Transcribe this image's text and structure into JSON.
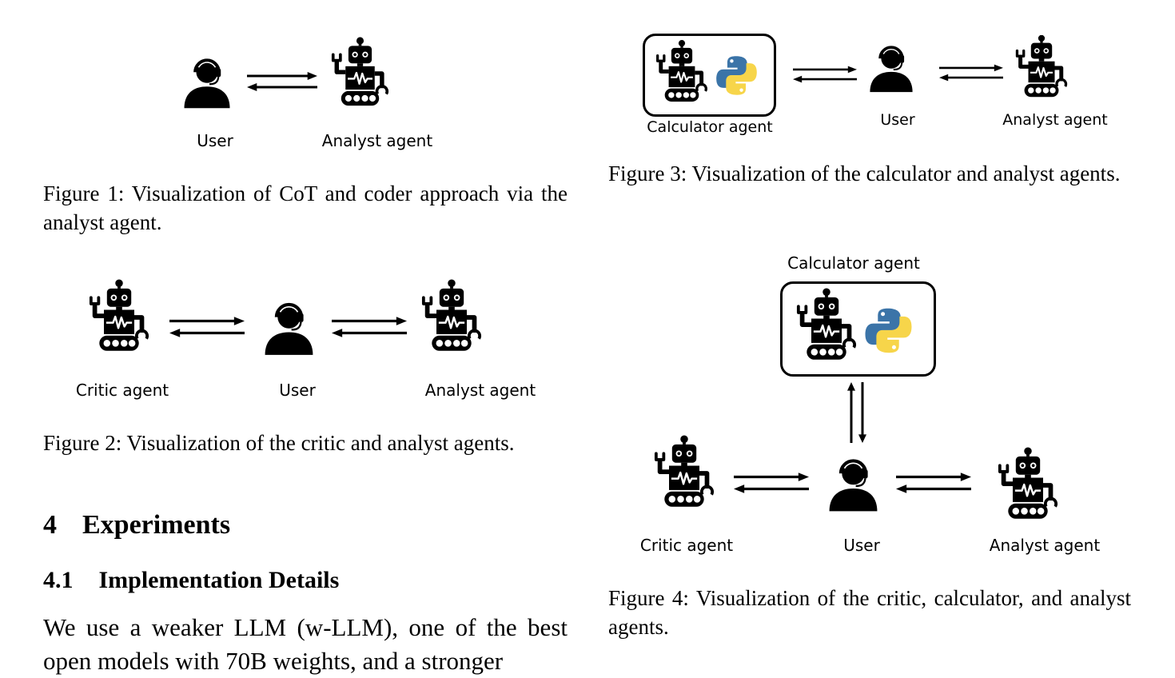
{
  "figure1": {
    "labels": {
      "user": "User",
      "analyst": "Analyst agent"
    },
    "caption": "Figure 1: Visualization of CoT and coder approach via the analyst agent."
  },
  "figure2": {
    "labels": {
      "critic": "Critic agent",
      "user": "User",
      "analyst": "Analyst agent"
    },
    "caption": "Figure 2: Visualization of the critic and analyst agents."
  },
  "figure3": {
    "labels": {
      "calculator": "Calculator agent",
      "user": "User",
      "analyst": "Analyst agent"
    },
    "caption": "Figure 3: Visualization of the calculator and analyst agents."
  },
  "figure4": {
    "labels": {
      "calculator": "Calculator agent",
      "critic": "Critic agent",
      "user": "User",
      "analyst": "Analyst agent"
    },
    "caption": "Figure 4: Visualization of the critic, calculator, and analyst agents."
  },
  "section": {
    "number": "4",
    "title": "Experiments"
  },
  "subsection": {
    "number": "4.1",
    "title": "Implementation Details"
  },
  "body_text": "We use a weaker LLM (w-LLM), one of the best open models with 70B weights, and a stronger",
  "icons": [
    "user-icon",
    "robot-icon",
    "python-logo",
    "double-arrow-icon"
  ],
  "colors": {
    "text": "#000000",
    "python_blue": "#3b74a8",
    "python_yellow": "#f7d54a"
  }
}
